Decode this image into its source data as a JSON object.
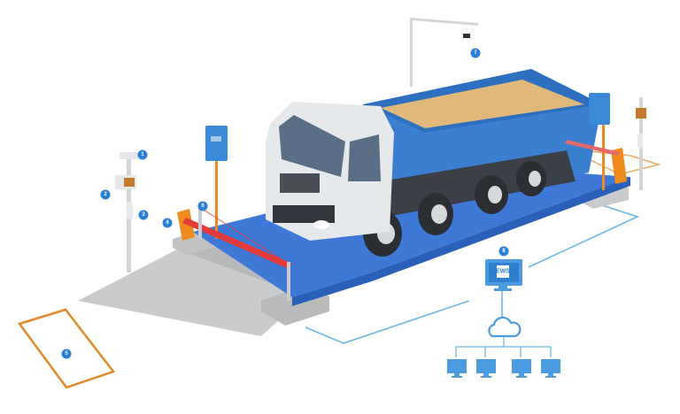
{
  "diagram": {
    "subject": "Truck weighbridge system with automated control",
    "colors": {
      "badge": "#2b7fd4",
      "platform": "#3f79d8",
      "truck_body": "#3b80d0",
      "cab": "#e6e9ec",
      "barrier_post": "#f08a1c",
      "zone_outline": "#e08a2a",
      "network_line": "#6db7ea",
      "monitor": "#4a9be0",
      "concrete": "#c9cbcd"
    },
    "callouts": [
      {
        "id": "1",
        "label": "1",
        "component": "camera"
      },
      {
        "id": "2",
        "label": "2",
        "component": "display-board"
      },
      {
        "id": "3",
        "label": "3",
        "component": "traffic-light"
      },
      {
        "id": "4",
        "label": "4",
        "component": "barrier-gate"
      },
      {
        "id": "5",
        "label": "5",
        "component": "positioning-zone"
      },
      {
        "id": "6",
        "label": "6",
        "component": "positioning-sensor"
      },
      {
        "id": "7",
        "label": "7",
        "component": "overhead-camera"
      },
      {
        "id": "8",
        "label": "8",
        "component": "ews-workstation"
      }
    ],
    "workstation": {
      "label": "EWS"
    },
    "network": {
      "cloud": "cloud-icon",
      "clients": 4
    }
  }
}
